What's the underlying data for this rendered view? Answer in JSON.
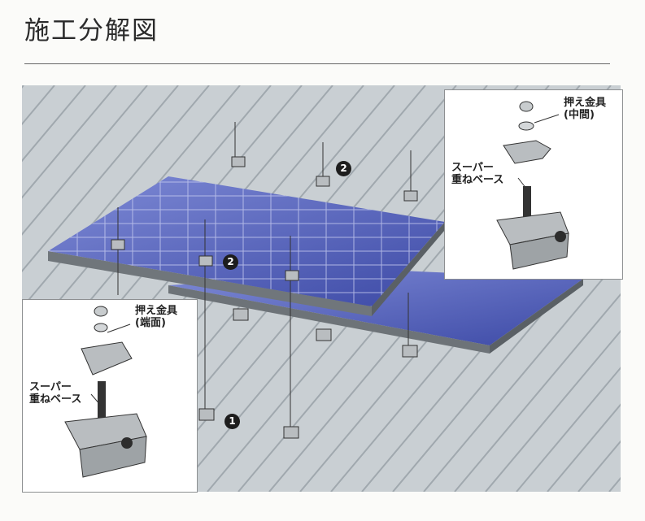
{
  "page": {
    "title": "施工分解図"
  },
  "insets": {
    "middle": {
      "clamp_label_line1": "押え金具",
      "clamp_label_line2": "(中間)",
      "base_label_line1": "スーパー",
      "base_label_line2": "重ねベース"
    },
    "end": {
      "clamp_label_line1": "押え金具",
      "clamp_label_line2": "(端面)",
      "base_label_line1": "スーパー",
      "base_label_line2": "重ねベース"
    }
  },
  "markers": {
    "one": "1",
    "two_upper": "2",
    "two_lower": "2"
  },
  "colors": {
    "roof": "#c9cfd3",
    "roof_rib": "#9aa3a9",
    "panel_cell": "#5866ba",
    "panel_frame": "#6d7378",
    "metal": "#b9bdc0"
  }
}
